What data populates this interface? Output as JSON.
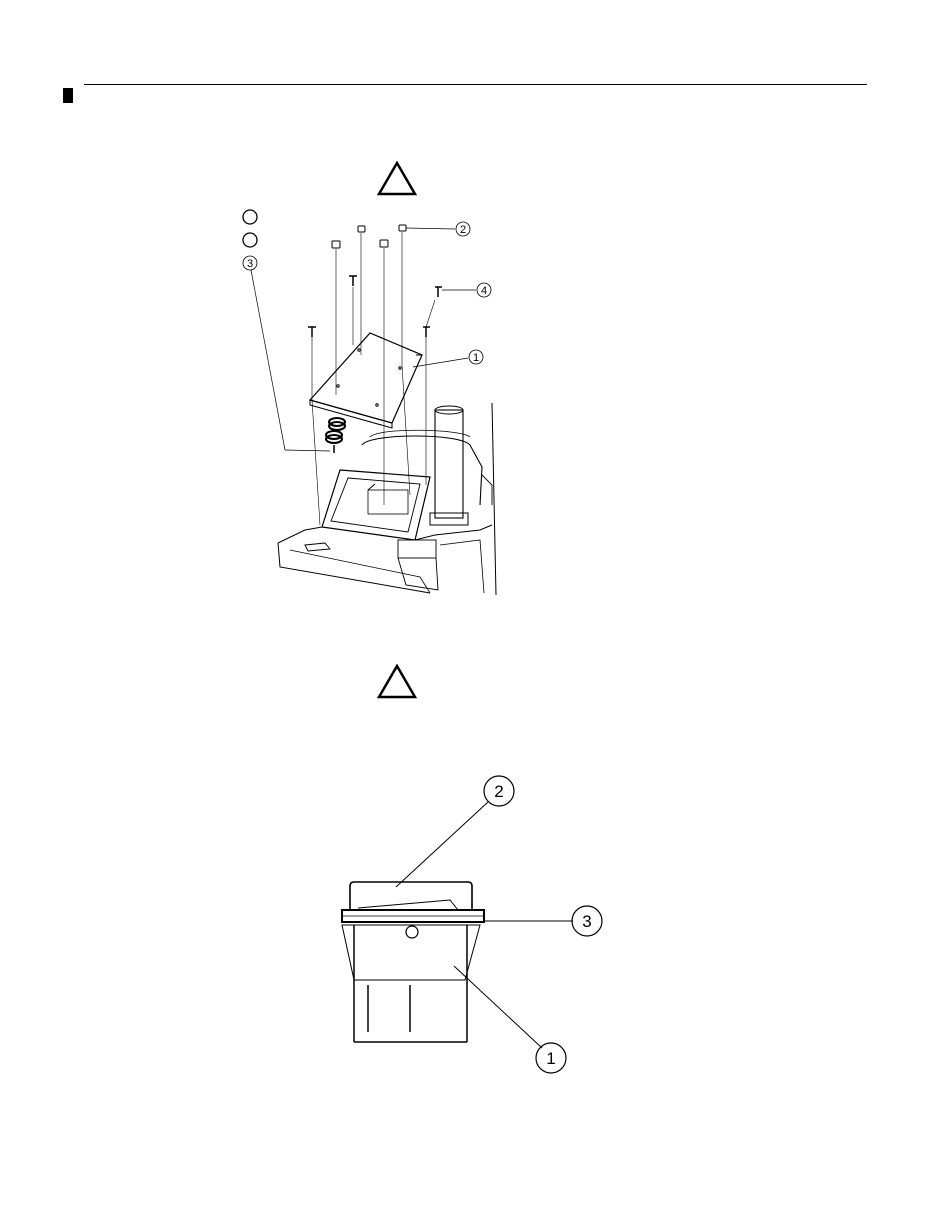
{
  "page": {
    "header": {
      "rule": "header-rule",
      "margin_mark": "change-bar"
    },
    "warnings": [
      {
        "icon": "warning-triangle-icon",
        "symbol": "!"
      },
      {
        "icon": "warning-triangle-icon",
        "symbol": "!"
      }
    ]
  },
  "figure1": {
    "description_icons": [
      "blank-callout-circle",
      "blank-callout-circle"
    ],
    "callouts": [
      "1",
      "2",
      "3",
      "4"
    ]
  },
  "figure2": {
    "callouts": [
      "1",
      "2",
      "3"
    ]
  }
}
